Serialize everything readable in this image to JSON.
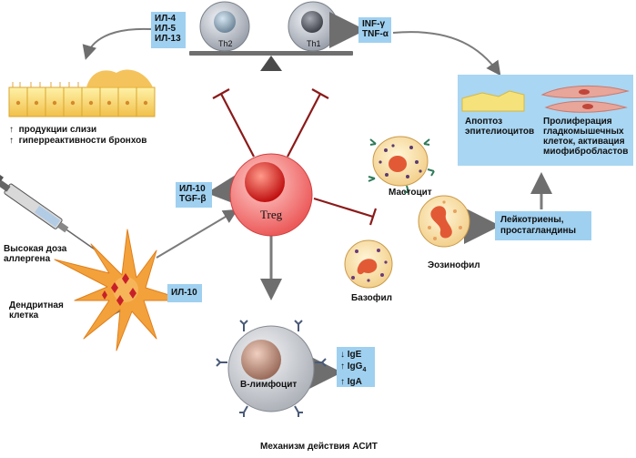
{
  "cells": {
    "th2": "Th2",
    "th1": "Th1",
    "treg": "Treg",
    "b_cell": "В-лимфоцит",
    "mast_cell": "Мастоцит",
    "basophil": "Базофил",
    "eosinophil": "Эозинофил",
    "dendritic": [
      "Дендритная",
      "клетка"
    ]
  },
  "cytokines": {
    "th2": [
      "ИЛ-4",
      "ИЛ-5",
      "ИЛ-13"
    ],
    "th1": [
      "INF-γ",
      "TNF-α"
    ],
    "treg": [
      "ИЛ-10",
      "TGF-β"
    ],
    "dendritic": "ИЛ-10",
    "leukotrienes": [
      "Лейкотриены,",
      "простагландины"
    ]
  },
  "immunoglobulins": [
    {
      "arrow": "↓",
      "label": "IgE"
    },
    {
      "arrow": "↑",
      "label": "IgG",
      "sub": "4"
    },
    {
      "arrow": "↑",
      "label": "IgA"
    }
  ],
  "effects": {
    "bronchi": [
      {
        "arrow": "↑",
        "text": "продукции слизи"
      },
      {
        "arrow": "↑",
        "text": "гиперреактивности бронхов"
      }
    ],
    "apoptosis": [
      "Апоптоз",
      "эпителиоцитов"
    ],
    "proliferation": [
      "Пролиферация",
      "гладкомышечных",
      "клеток, активация",
      "миофибробластов"
    ]
  },
  "allergen": [
    "Высокая доза",
    "аллергена"
  ],
  "caption": "Механизм действия АСИТ",
  "colors": {
    "box": "#9fd0f0",
    "panel": "#a9d6f2",
    "treg": "#e8454a",
    "inhibit": "#8b1a1a",
    "arrow": "#7b7b7b"
  }
}
